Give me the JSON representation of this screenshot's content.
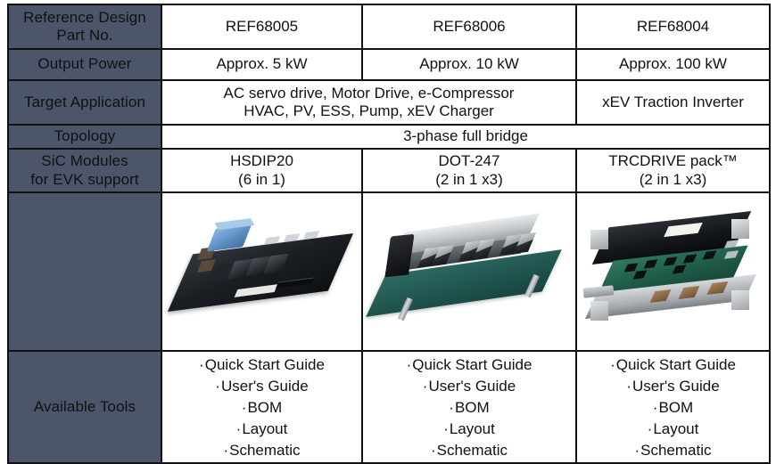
{
  "table": {
    "rows": [
      {
        "header": "Reference Design\nPart No.",
        "cells": [
          "REF68005",
          "REF68006",
          "REF68004"
        ]
      },
      {
        "header": "Output Power",
        "cells": [
          "Approx. 5 kW",
          "Approx. 10 kW",
          "Approx. 100 kW"
        ]
      },
      {
        "header": "Target Application",
        "cells": [
          "AC servo drive, Motor Drive, e-Compressor\nHVAC, PV, ESS, Pump, xEV Charger",
          "xEV Traction Inverter"
        ]
      },
      {
        "header": "Topology",
        "cells": [
          "3-phase full bridge"
        ]
      },
      {
        "header": "SiC Modules\nfor EVK support",
        "cells": [
          "HSDIP20\n(6 in 1)",
          "DOT-247\n(2 in 1 x3)",
          "TRCDRIVE pack™\n(2 in 1 x3)"
        ]
      },
      {
        "header": "",
        "cells": [
          "",
          "",
          ""
        ]
      },
      {
        "header": "Available Tools",
        "cells": [
          [
            "Quick Start Guide",
            "User's Guide",
            "BOM",
            "Layout",
            "Schematic"
          ],
          [
            "Quick Start Guide",
            "User's Guide",
            "BOM",
            "Layout",
            "Schematic"
          ],
          [
            "Quick Start Guide",
            "User's Guide",
            "BOM",
            "Layout",
            "Schematic"
          ]
        ]
      }
    ],
    "bullet": "·",
    "photos": [
      {
        "name": "ref68005-board-photo",
        "alt": "Black PCB evaluation board with blue film capacitor and HSDIP20 modules"
      },
      {
        "name": "ref68006-board-photo",
        "alt": "Green PCB with aluminium heatsink bar and DOT-247 modules"
      },
      {
        "name": "ref68004-board-photo",
        "alt": "TRCDRIVE pack traction inverter module with green gate driver board"
      }
    ]
  },
  "colors": {
    "header_bg": "#4c5569",
    "header_text": "#ffffff",
    "header_rule": "#c9cfdb",
    "border": "#111111",
    "cell_bg": "#ffffff",
    "cell_text": "#111111"
  }
}
